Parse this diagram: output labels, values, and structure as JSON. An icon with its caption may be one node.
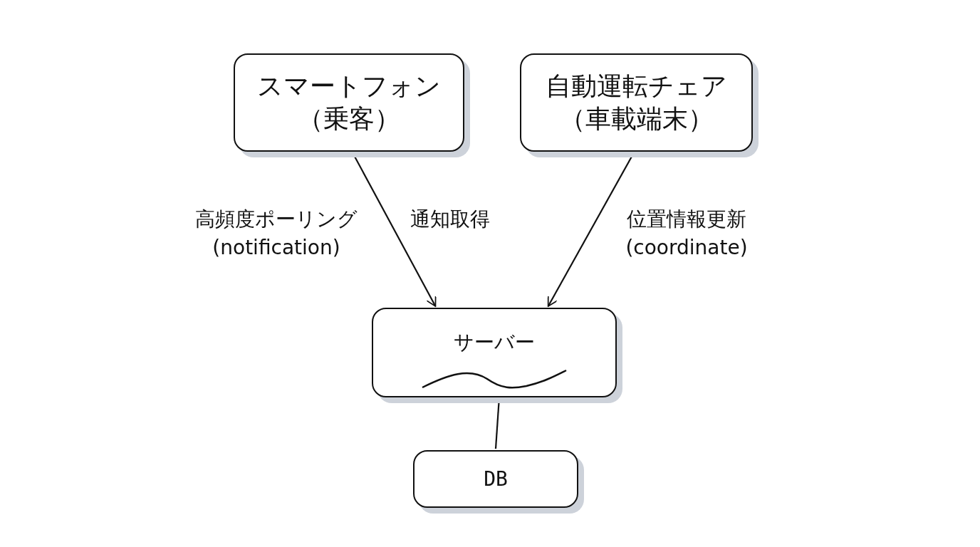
{
  "diagram": {
    "nodes": [
      {
        "text": [
          "スマートフォン",
          "（乗客）"
        ]
      },
      {
        "text": [
          "自動運転チェア",
          "（車載端末）"
        ]
      },
      {
        "text": [
          "サーバー"
        ]
      },
      {
        "text": [
          "DB"
        ]
      }
    ],
    "edges": [
      {
        "from": 0,
        "to": 2,
        "arrow": "to",
        "label": "高頻度ポーリング (notification)"
      },
      {
        "from": 1,
        "to": 2,
        "arrow": "to",
        "label": "位置情報更新 (coordinate)"
      },
      {
        "from": 2,
        "to": 3,
        "arrow": "none"
      }
    ],
    "labels": [
      "通知取得"
    ]
  }
}
